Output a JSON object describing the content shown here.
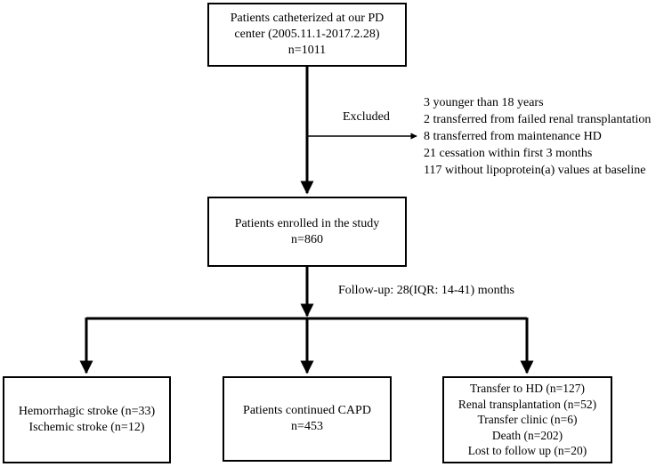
{
  "top_box": {
    "lines": [
      "Patients catheterized at our PD",
      "center (2005.11.1-2017.2.28)",
      "n=1011"
    ]
  },
  "exclusion": {
    "label": "Excluded",
    "items": [
      "3 younger than 18 years",
      "2 transferred from failed renal transplantation",
      "8 transferred from maintenance HD",
      "21 cessation within first 3 months",
      "117 without lipoprotein(a) values at baseline"
    ]
  },
  "enrolled_box": {
    "lines": [
      "Patients enrolled in the study",
      "n=860"
    ]
  },
  "followup": {
    "label": "Follow-up: 28(IQR: 14-41) months"
  },
  "outcomes": {
    "left": {
      "lines": [
        "Hemorrhagic stroke (n=33)",
        "Ischemic stroke (n=12)"
      ]
    },
    "middle": {
      "lines": [
        "Patients continued CAPD",
        "n=453"
      ]
    },
    "right": {
      "lines": [
        "Transfer to HD (n=127)",
        "Renal transplantation (n=52)",
        "Transfer clinic  (n=6)",
        "Death (n=202)",
        "Lost to follow up (n=20)"
      ]
    }
  }
}
